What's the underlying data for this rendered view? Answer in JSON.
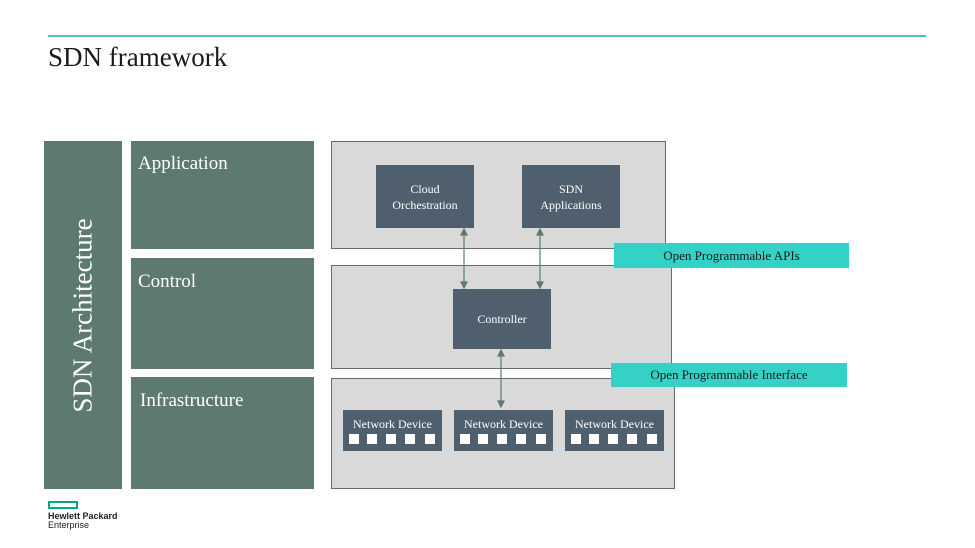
{
  "slide": {
    "title": "SDN framework"
  },
  "architecture": {
    "label": "SDN Architecture",
    "layers": [
      {
        "label": "Application"
      },
      {
        "label": "Control"
      },
      {
        "label": "Infrastructure"
      }
    ]
  },
  "diagram": {
    "application_nodes": [
      {
        "label": "Cloud\nOrchestration"
      },
      {
        "label": "SDN\nApplications"
      }
    ],
    "controller": {
      "label": "Controller"
    },
    "devices": [
      {
        "label": "Network Device"
      },
      {
        "label": "Network Device"
      },
      {
        "label": "Network Device"
      }
    ],
    "interfaces": {
      "northbound": "Open Programmable APIs",
      "southbound": "Open Programmable Interface"
    }
  },
  "logo": {
    "line1": "Hewlett Packard",
    "line2": "Enterprise",
    "icon": "hpe-logo-icon"
  },
  "colors": {
    "accent": "#4fc3b5",
    "interface_label": "#35d1c6",
    "layer_green": "#5e7a70",
    "node": "#4f5f6d",
    "panel": "#d9d9d9"
  }
}
